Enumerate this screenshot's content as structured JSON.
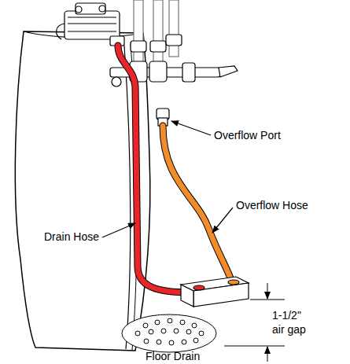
{
  "diagram": {
    "labels": [
      "Overflow Port",
      "Overflow Hose",
      "Drain Hose",
      "1-1/2\" air gap",
      "Floor Drain"
    ]
  }
}
